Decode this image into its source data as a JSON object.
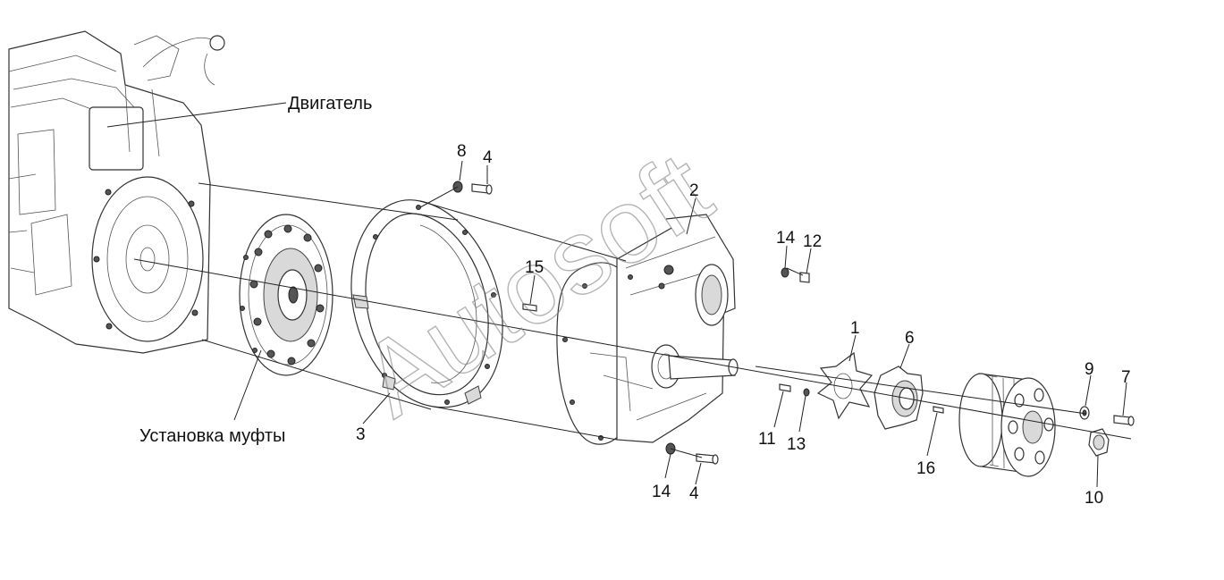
{
  "labels": {
    "engine": "Двигатель",
    "clutch": "Установка муфты"
  },
  "callouts": {
    "c1": "1",
    "c2": "2",
    "c3": "3",
    "c4a": "4",
    "c4b": "4",
    "c6": "6",
    "c7": "7",
    "c8": "8",
    "c9": "9",
    "c10": "10",
    "c11": "11",
    "c12": "12",
    "c13": "13",
    "c14a": "14",
    "c14b": "14",
    "c15": "15",
    "c16": "16"
  },
  "watermark": "Autosoft"
}
